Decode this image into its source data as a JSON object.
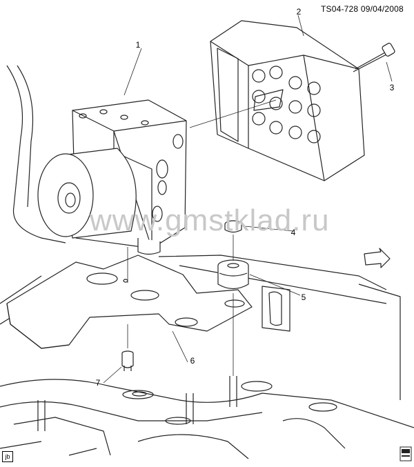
{
  "header": {
    "code": "TS04-728  09/04/2008"
  },
  "watermark": "www.gmstklad.ru",
  "callouts": [
    "1",
    "2",
    "3",
    "4",
    "5",
    "6",
    "7"
  ],
  "footer": {
    "badge": "jb"
  },
  "colors": {
    "line": "#222222",
    "fill": "#ffffff",
    "shade": "#d9d9d9",
    "watermark": "#c8c8c8"
  },
  "icons": [
    "front-arrow-icon",
    "book-icon"
  ]
}
